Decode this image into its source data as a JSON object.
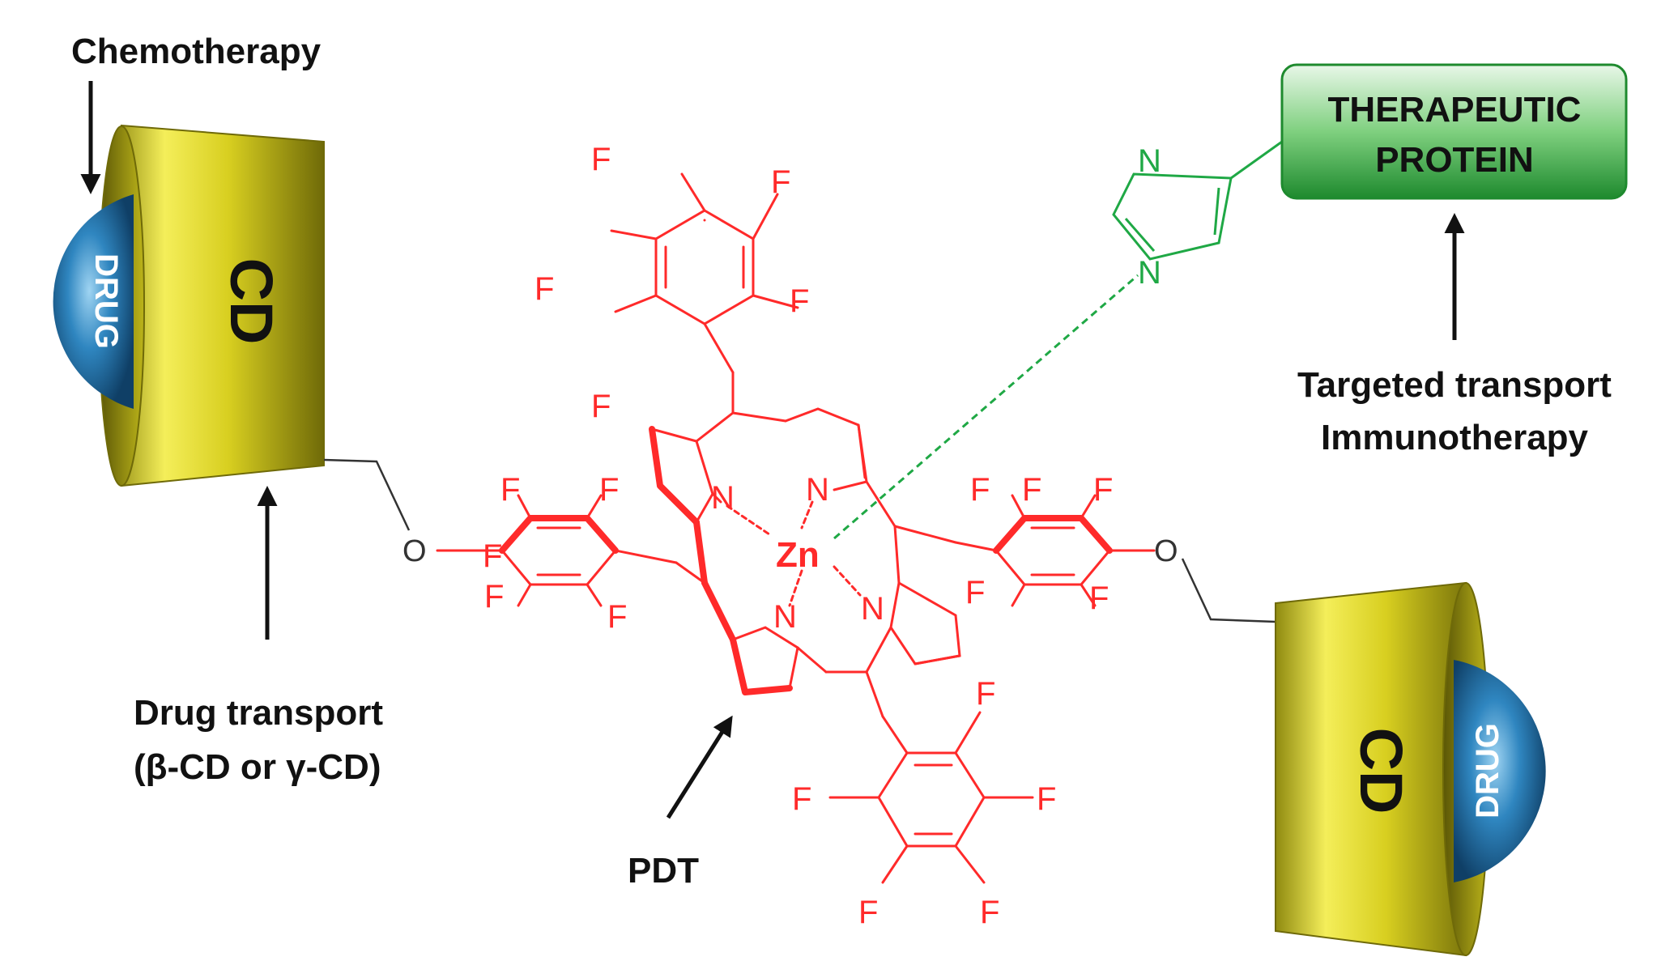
{
  "labels": {
    "chemo": "Chemotherapy",
    "drug_transport": "Drug transport",
    "cd_types": "(β-CD or γ-CD)",
    "pdt": "PDT",
    "targeted": "Targeted transport",
    "immuno": "Immunotherapy"
  },
  "cd_unit": {
    "cd": "CD",
    "drug": "DRUG"
  },
  "protein_box": {
    "line1": "THERAPEUTIC",
    "line2": "PROTEIN"
  },
  "atoms": {
    "zn": "Zn",
    "n": "N",
    "o": "O",
    "f": "F"
  },
  "colors": {
    "porphyrin": "#ff2a2a",
    "imidazole": "#1fa845",
    "cd_yellow": "#e6dc2a",
    "drug_blue": "#2e7fb8",
    "protein_green": "#3aa84a"
  }
}
